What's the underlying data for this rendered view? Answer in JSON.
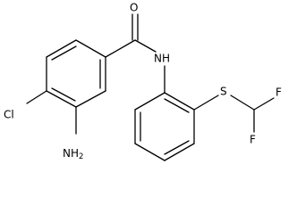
{
  "molecule": {
    "atoms": {
      "oxygen": "O",
      "nh": "NH",
      "chlorine": "Cl",
      "amino_n": "H",
      "amino_sub": "2",
      "amino_tail": "N",
      "sulfur": "S",
      "fluorine_top": "F",
      "fluorine_bottom": "F"
    }
  }
}
